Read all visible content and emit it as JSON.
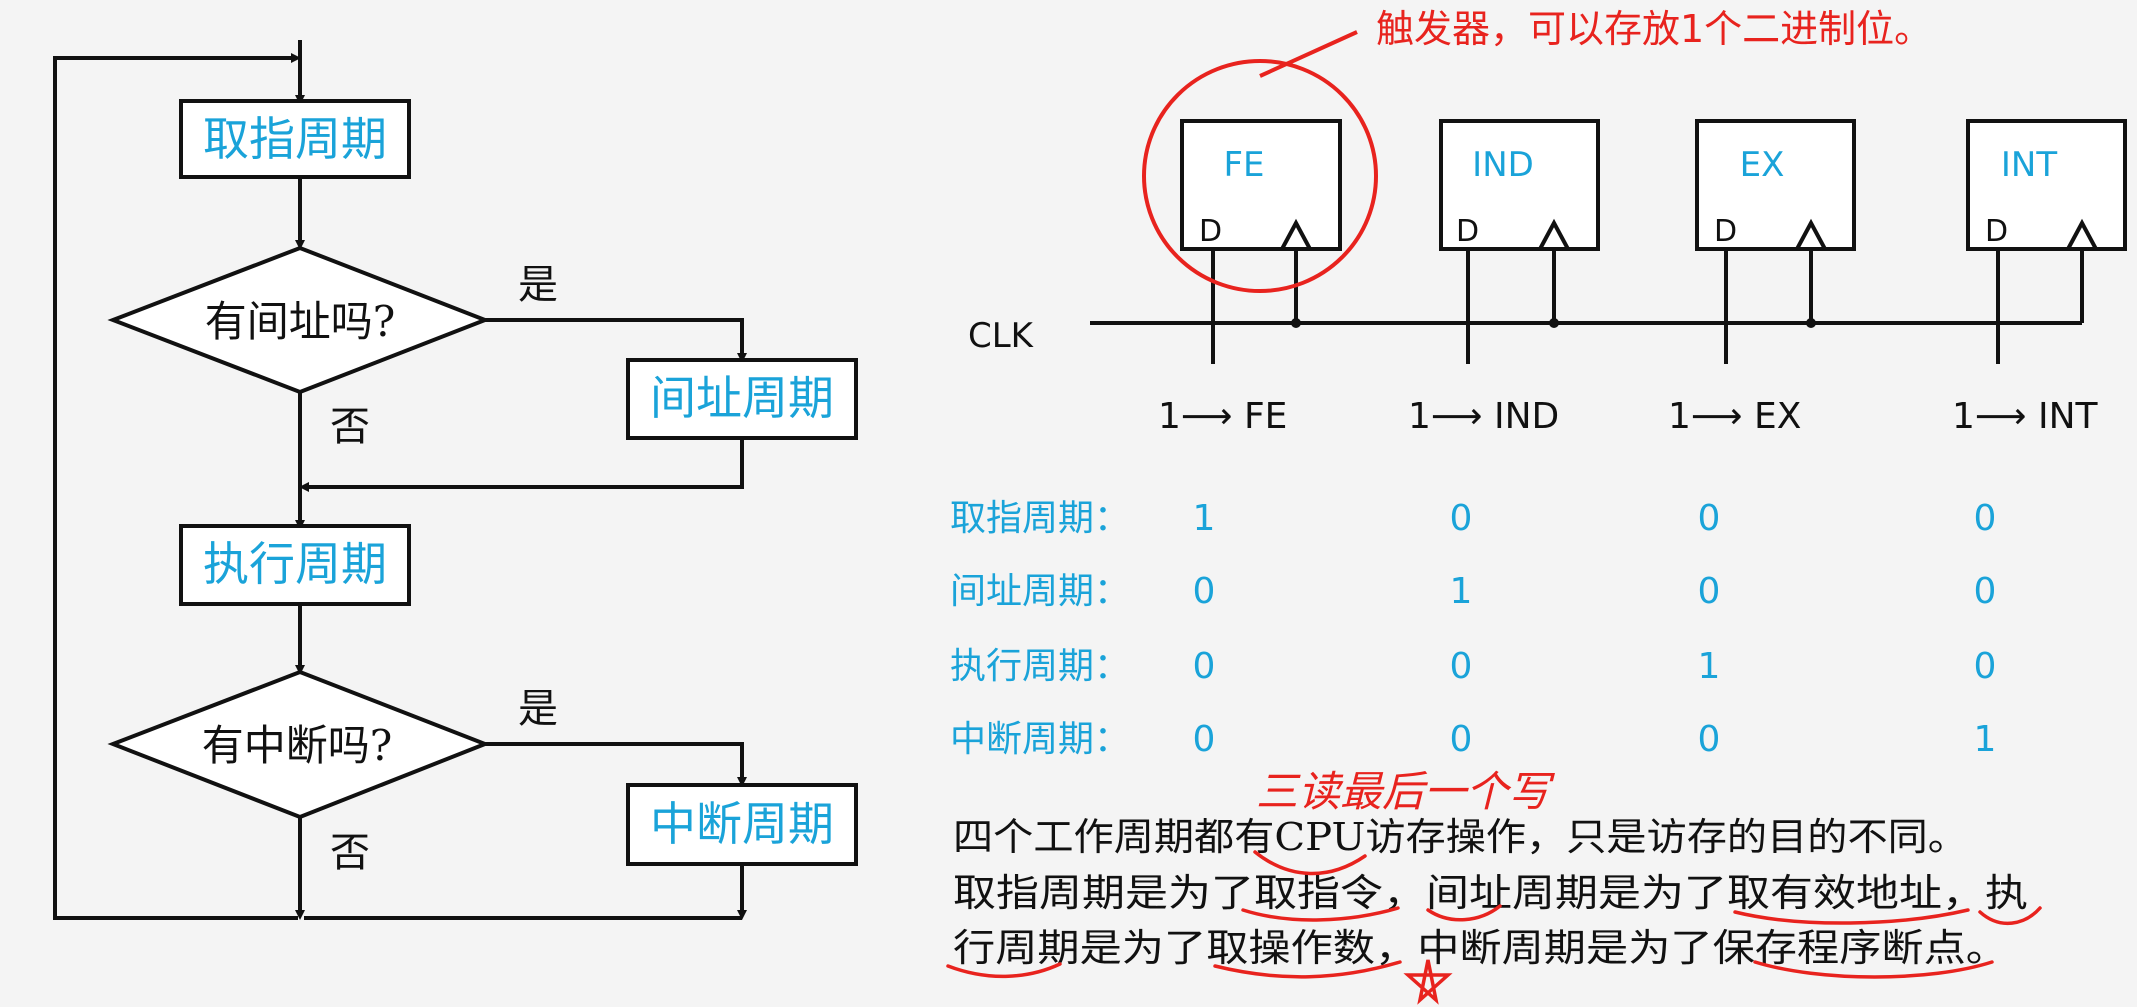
{
  "flowchart": {
    "fetch": "取指周期",
    "q_indirect": "有间址吗?",
    "indirect": "间址周期",
    "execute": "执行周期",
    "q_interrupt": "有中断吗?",
    "interrupt": "中断周期",
    "yes": "是",
    "no": "否"
  },
  "flipflops": {
    "callout": "触发器，可以存放1个二进制位。",
    "clk": "CLK",
    "d": "D",
    "units": [
      {
        "name": "FE",
        "set": "1⟶ FE"
      },
      {
        "name": "IND",
        "set": "1⟶ IND"
      },
      {
        "name": "EX",
        "set": "1⟶ EX"
      },
      {
        "name": "INT",
        "set": "1⟶ INT"
      }
    ]
  },
  "state_table": {
    "rows": [
      {
        "label": "取指周期：",
        "values": [
          "1",
          "0",
          "0",
          "0"
        ]
      },
      {
        "label": "间址周期：",
        "values": [
          "0",
          "1",
          "0",
          "0"
        ]
      },
      {
        "label": "执行周期：",
        "values": [
          "0",
          "0",
          "1",
          "0"
        ]
      },
      {
        "label": "中断周期：",
        "values": [
          "0",
          "0",
          "0",
          "1"
        ]
      }
    ]
  },
  "notes": {
    "handwritten": "三读最后一个写",
    "line1": "四个工作周期都有CPU访存操作，只是访存的目的不同。",
    "line2": "取指周期是为了取指令，间址周期是为了取有效地址，执",
    "line3": "行周期是为了取操作数，中断周期是为了保存程序断点。"
  },
  "colors": {
    "accent": "#1aa3d9",
    "ink": "#111111",
    "annotation": "#e8231e"
  }
}
